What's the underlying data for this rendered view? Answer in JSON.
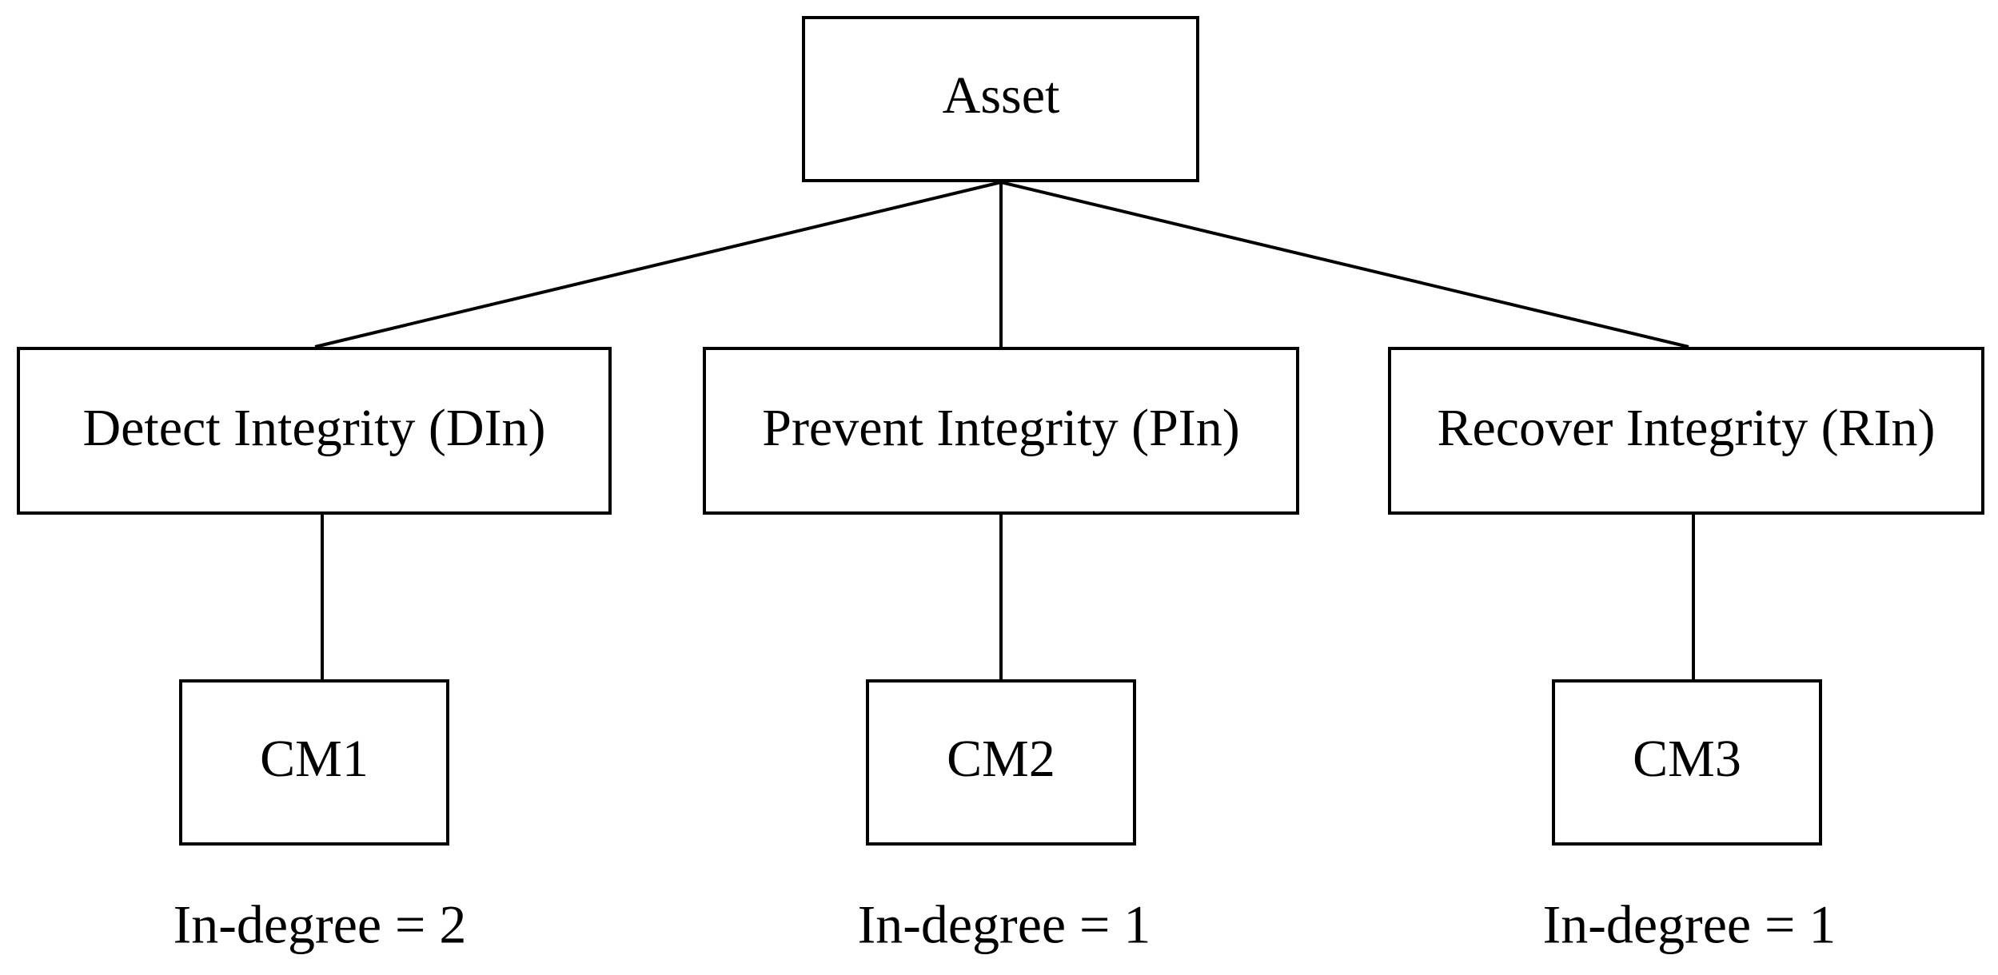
{
  "nodes": {
    "asset": {
      "label": "Asset"
    },
    "detect": {
      "label": "Detect Integrity (DIn)"
    },
    "prevent": {
      "label": "Prevent Integrity (PIn)"
    },
    "recover": {
      "label": "Recover Integrity (RIn)"
    },
    "cm1": {
      "label": "CM1"
    },
    "cm2": {
      "label": "CM2"
    },
    "cm3": {
      "label": "CM3"
    }
  },
  "edges": [
    {
      "from": "asset",
      "to": "detect"
    },
    {
      "from": "asset",
      "to": "prevent"
    },
    {
      "from": "asset",
      "to": "recover"
    },
    {
      "from": "detect",
      "to": "cm1"
    },
    {
      "from": "prevent",
      "to": "cm2"
    },
    {
      "from": "recover",
      "to": "cm3"
    }
  ],
  "captions": {
    "cm1": "In-degree = 2",
    "cm2": "In-degree = 1",
    "cm3": "In-degree = 1"
  }
}
